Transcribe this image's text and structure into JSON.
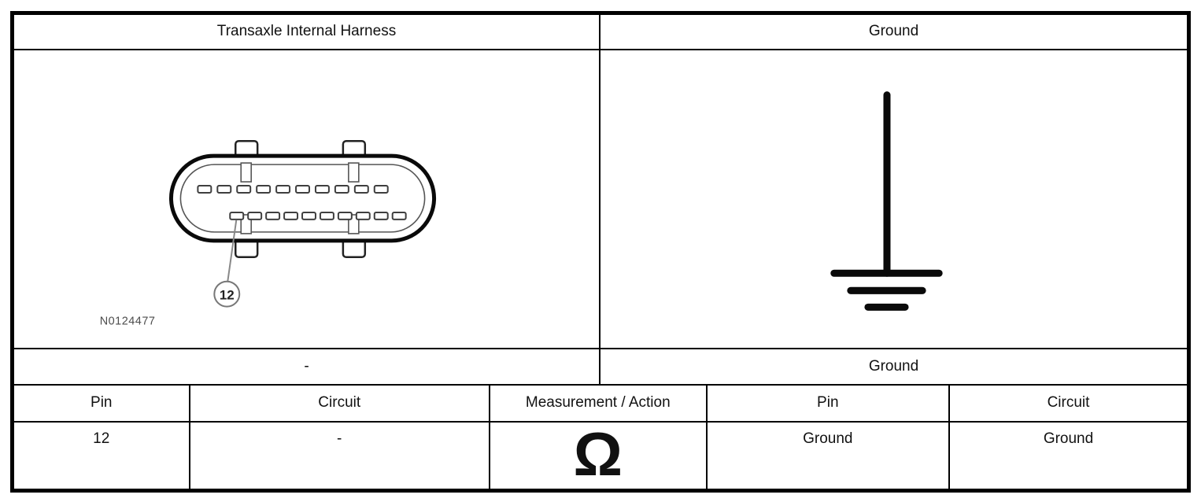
{
  "figure": {
    "left_panel": {
      "title": "Transaxle Internal Harness",
      "caption": "-",
      "pin_callout": "12",
      "figure_id": "N0124477",
      "icon": "oval-20-pin-connector-icon"
    },
    "right_panel": {
      "title": "Ground",
      "caption": "Ground",
      "icon": "ground-symbol-icon"
    }
  },
  "measurement_table": {
    "headers": [
      "Pin",
      "Circuit",
      "Measurement / Action",
      "Pin",
      "Circuit"
    ],
    "row": {
      "pin": "12",
      "circuit": "-",
      "measurement_symbol": "Ω",
      "pin_right": "Ground",
      "circuit_right": "Ground"
    }
  },
  "colors": {
    "line": "#000000",
    "text": "#111111",
    "figure_id_text": "#4d4d4d"
  }
}
